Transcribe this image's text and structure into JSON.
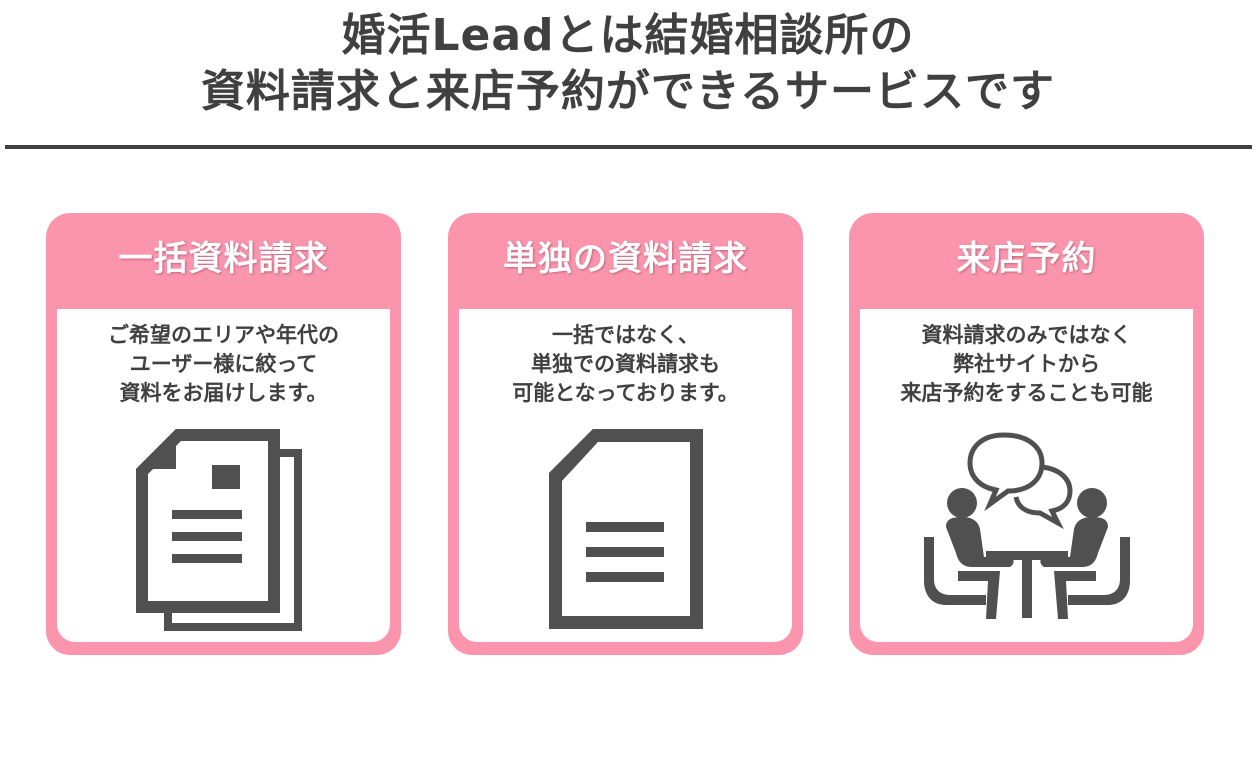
{
  "header": {
    "title_line1": "婚活Leadとは結婚相談所の",
    "title_line2": "資料請求と来店予約ができるサービスです"
  },
  "cards": [
    {
      "title": "一括資料請求",
      "lines": [
        "ご希望のエリアや年代の",
        "ユーザー様に絞って",
        "資料をお届けします。"
      ],
      "icon": "stacked-documents-icon"
    },
    {
      "title": "単独の資料請求",
      "lines": [
        "一括ではなく、",
        "単独での資料請求も",
        "可能となっております。"
      ],
      "icon": "single-document-icon"
    },
    {
      "title": "来店予約",
      "lines": [
        "資料請求のみではなく",
        "弊社サイトから",
        "来店予約をすることも可能"
      ],
      "icon": "consultation-meeting-icon"
    }
  ],
  "colors": {
    "accent_pink": "#fb95ad",
    "text_dark": "#404040",
    "white": "#ffffff"
  }
}
